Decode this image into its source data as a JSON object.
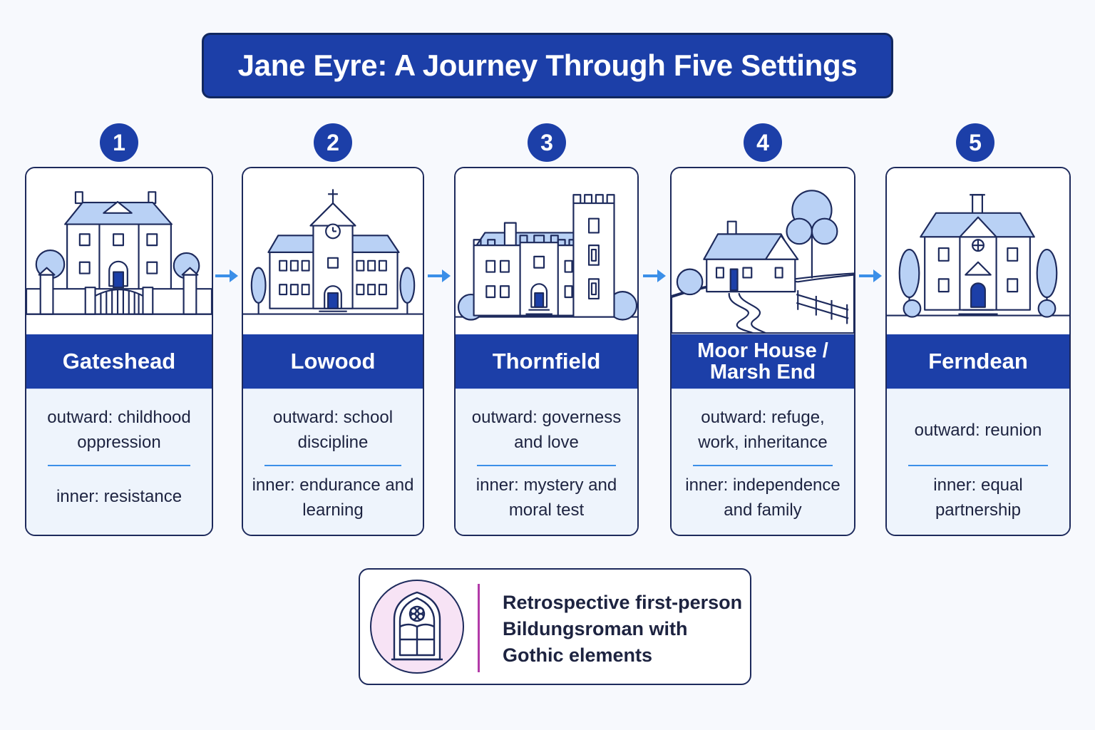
{
  "title": "Jane Eyre: A Journey Through Five Settings",
  "stages": [
    {
      "number": "1",
      "name": "Gateshead",
      "outward": "outward: childhood oppression",
      "inner": "inner: resistance"
    },
    {
      "number": "2",
      "name": "Lowood",
      "outward": "outward: school discipline",
      "inner": "inner: endurance and learning"
    },
    {
      "number": "3",
      "name": "Thornfield",
      "outward": "outward: governess and love",
      "inner": "inner: mystery and moral test"
    },
    {
      "number": "4",
      "name": "Moor House / Marsh End",
      "outward": "outward: refuge, work, inheritance",
      "inner": "inner: independence and family"
    },
    {
      "number": "5",
      "name": "Ferndean",
      "outward": "outward: reunion",
      "inner": "inner: equal partnership"
    }
  ],
  "note": {
    "text": "Retrospective first-person Bildungsroman with Gothic elements",
    "icon": "gothic-window-icon"
  },
  "colors": {
    "primary": "#1c3fa8",
    "outline": "#1d2a5c",
    "accent_light": "#b9d1f5",
    "arrow": "#3b8fe8",
    "panel": "#eef4fc",
    "note_bar": "#b23ba8",
    "note_badge": "#f7e3f5"
  }
}
